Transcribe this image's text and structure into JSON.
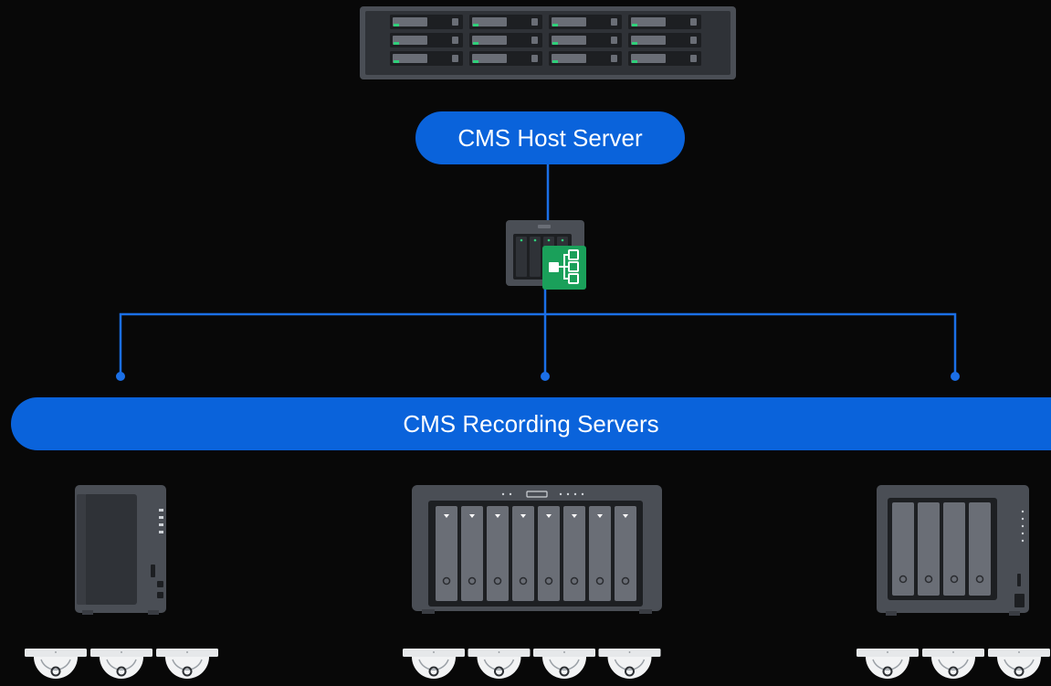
{
  "colors": {
    "background": "#080808",
    "accent": "#0a63db",
    "line": "#1b6fe6",
    "device_dark": "#2f3237",
    "device_mid": "#4a4e55",
    "device_light": "#6a6e76",
    "led_green": "#2fd07a",
    "cms_badge": "#1aa05a"
  },
  "host": {
    "label": "CMS Host Server",
    "device_icon": "rackmount-nas-icon",
    "drive_bays": 12
  },
  "switch": {
    "device_icon": "desktop-nas-icon",
    "badge_icon": "cms-hierarchy-icon",
    "drive_bays": 4
  },
  "recording": {
    "label": "CMS Recording Servers",
    "servers": [
      {
        "name": "recording-server-left",
        "device_icon": "2-bay-nas-icon",
        "drive_bays": 2,
        "cameras": 3
      },
      {
        "name": "recording-server-center",
        "device_icon": "8-bay-nas-icon",
        "drive_bays": 8,
        "cameras": 4
      },
      {
        "name": "recording-server-right",
        "device_icon": "4-bay-nas-icon",
        "drive_bays": 4,
        "cameras": 3
      }
    ]
  }
}
